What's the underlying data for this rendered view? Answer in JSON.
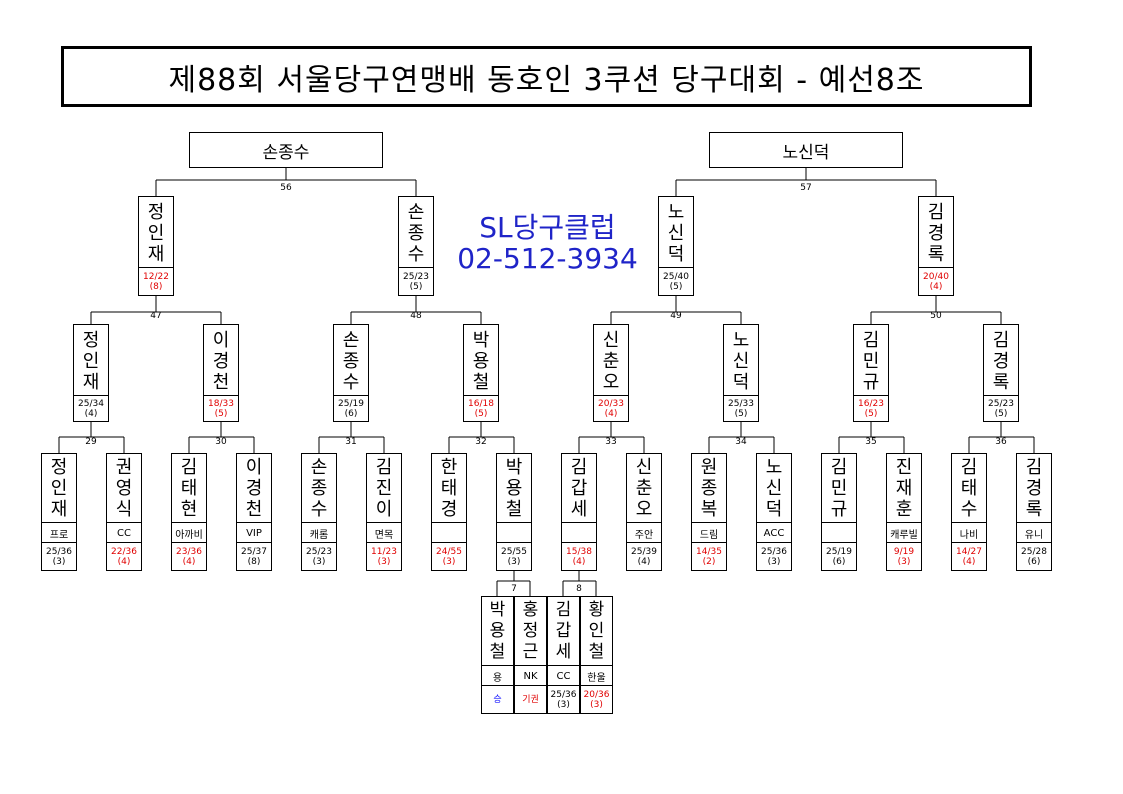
{
  "title": "제88회 서울당구연맹배 동호인 3쿠션 당구대회 - 예선8조",
  "club": {
    "name": "SL당구클럽",
    "phone": "02-512-3934"
  },
  "winners": {
    "left": "손종수",
    "right": "노신덕"
  },
  "match_numbers": {
    "m56": "56",
    "m57": "57",
    "m47": "47",
    "m48": "48",
    "m49": "49",
    "m50": "50",
    "m29": "29",
    "m30": "30",
    "m31": "31",
    "m32": "32",
    "m33": "33",
    "m34": "34",
    "m35": "35",
    "m36": "36",
    "m7": "7",
    "m8": "8"
  },
  "semi": [
    {
      "name": "정인재",
      "score": "12/22",
      "inn": "(8)",
      "red": true
    },
    {
      "name": "손종수",
      "score": "25/23",
      "inn": "(5)",
      "red": false
    },
    {
      "name": "노신덕",
      "score": "25/40",
      "inn": "(5)",
      "red": false
    },
    {
      "name": "김경록",
      "score": "20/40",
      "inn": "(4)",
      "red": true
    }
  ],
  "quarter": [
    {
      "name": "정인재",
      "score": "25/34",
      "inn": "(4)",
      "red": false
    },
    {
      "name": "이경천",
      "score": "18/33",
      "inn": "(5)",
      "red": true
    },
    {
      "name": "손종수",
      "score": "25/19",
      "inn": "(6)",
      "red": false
    },
    {
      "name": "박용철",
      "score": "16/18",
      "inn": "(5)",
      "red": true
    },
    {
      "name": "신춘오",
      "score": "20/33",
      "inn": "(4)",
      "red": true
    },
    {
      "name": "노신덕",
      "score": "25/33",
      "inn": "(5)",
      "red": false
    },
    {
      "name": "김민규",
      "score": "16/23",
      "inn": "(5)",
      "red": true
    },
    {
      "name": "김경록",
      "score": "25/23",
      "inn": "(5)",
      "red": false
    }
  ],
  "round1": [
    {
      "name": "정인재",
      "aff": "프로",
      "score": "25/36",
      "inn": "(3)",
      "red": false
    },
    {
      "name": "권영식",
      "aff": "CC",
      "score": "22/36",
      "inn": "(4)",
      "red": true
    },
    {
      "name": "김태현",
      "aff": "아까비",
      "score": "23/36",
      "inn": "(4)",
      "red": true
    },
    {
      "name": "이경천",
      "aff": "VIP",
      "score": "25/37",
      "inn": "(8)",
      "red": false
    },
    {
      "name": "손종수",
      "aff": "캐롬",
      "score": "25/23",
      "inn": "(3)",
      "red": false
    },
    {
      "name": "김진이",
      "aff": "면목",
      "score": "11/23",
      "inn": "(3)",
      "red": true
    },
    {
      "name": "한태경",
      "aff": "",
      "score": "24/55",
      "inn": "(3)",
      "red": true
    },
    {
      "name": "박용철",
      "aff": "",
      "score": "25/55",
      "inn": "(3)",
      "red": false
    },
    {
      "name": "김갑세",
      "aff": "",
      "score": "15/38",
      "inn": "(4)",
      "red": true
    },
    {
      "name": "신춘오",
      "aff": "주안",
      "score": "25/39",
      "inn": "(4)",
      "red": false
    },
    {
      "name": "원종복",
      "aff": "드림",
      "score": "14/35",
      "inn": "(2)",
      "red": true
    },
    {
      "name": "노신덕",
      "aff": "ACC",
      "score": "25/36",
      "inn": "(3)",
      "red": false
    },
    {
      "name": "김민규",
      "aff": "",
      "score": "25/19",
      "inn": "(6)",
      "red": false
    },
    {
      "name": "진재훈",
      "aff": "캐루빌",
      "score": "9/19",
      "inn": "(3)",
      "red": true
    },
    {
      "name": "김태수",
      "aff": "나비",
      "score": "14/27",
      "inn": "(4)",
      "red": true
    },
    {
      "name": "김경록",
      "aff": "유니",
      "score": "25/28",
      "inn": "(6)",
      "red": false
    }
  ],
  "prelim": [
    {
      "name": "박용철",
      "aff": "용",
      "score": "승",
      "inn": "",
      "color": "blue"
    },
    {
      "name": "홍정근",
      "aff": "NK",
      "score": "기권",
      "inn": "",
      "color": "red"
    },
    {
      "name": "김갑세",
      "aff": "CC",
      "score": "25/36",
      "inn": "(3)",
      "color": "black"
    },
    {
      "name": "황인철",
      "aff": "한울",
      "score": "20/36",
      "inn": "(3)",
      "color": "red"
    }
  ]
}
